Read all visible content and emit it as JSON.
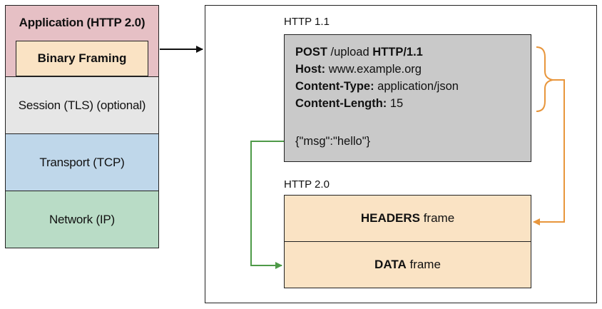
{
  "stack": {
    "application": "Application (HTTP 2.0)",
    "binary_framing": "Binary Framing",
    "session": "Session (TLS) (optional)",
    "transport": "Transport (TCP)",
    "network": "Network (IP)"
  },
  "http11": {
    "caption": "HTTP 1.1",
    "request_line": {
      "method": "POST",
      "path": " /upload ",
      "version": "HTTP/1.1"
    },
    "headers": [
      {
        "name": "Host:",
        "value": " www.example.org"
      },
      {
        "name": "Content-Type:",
        "value": " application/json"
      },
      {
        "name": "Content-Length:",
        "value": " 15"
      }
    ],
    "body": "{\"msg\":\"hello\"}"
  },
  "http2": {
    "caption": "HTTP 2.0",
    "headers_frame": {
      "bold": "HEADERS",
      "rest": " frame"
    },
    "data_frame": {
      "bold": "DATA",
      "rest": " frame"
    }
  },
  "colors": {
    "application": "#e6c0c5",
    "binary_framing": "#fae3c4",
    "session": "#e6e6e6",
    "transport": "#bfd7ea",
    "network": "#b9dcc6",
    "http11_box": "#c9c9c9",
    "frames": "#fae3c4",
    "headers_arrow": "#e8963c",
    "data_arrow": "#4e9a48"
  }
}
